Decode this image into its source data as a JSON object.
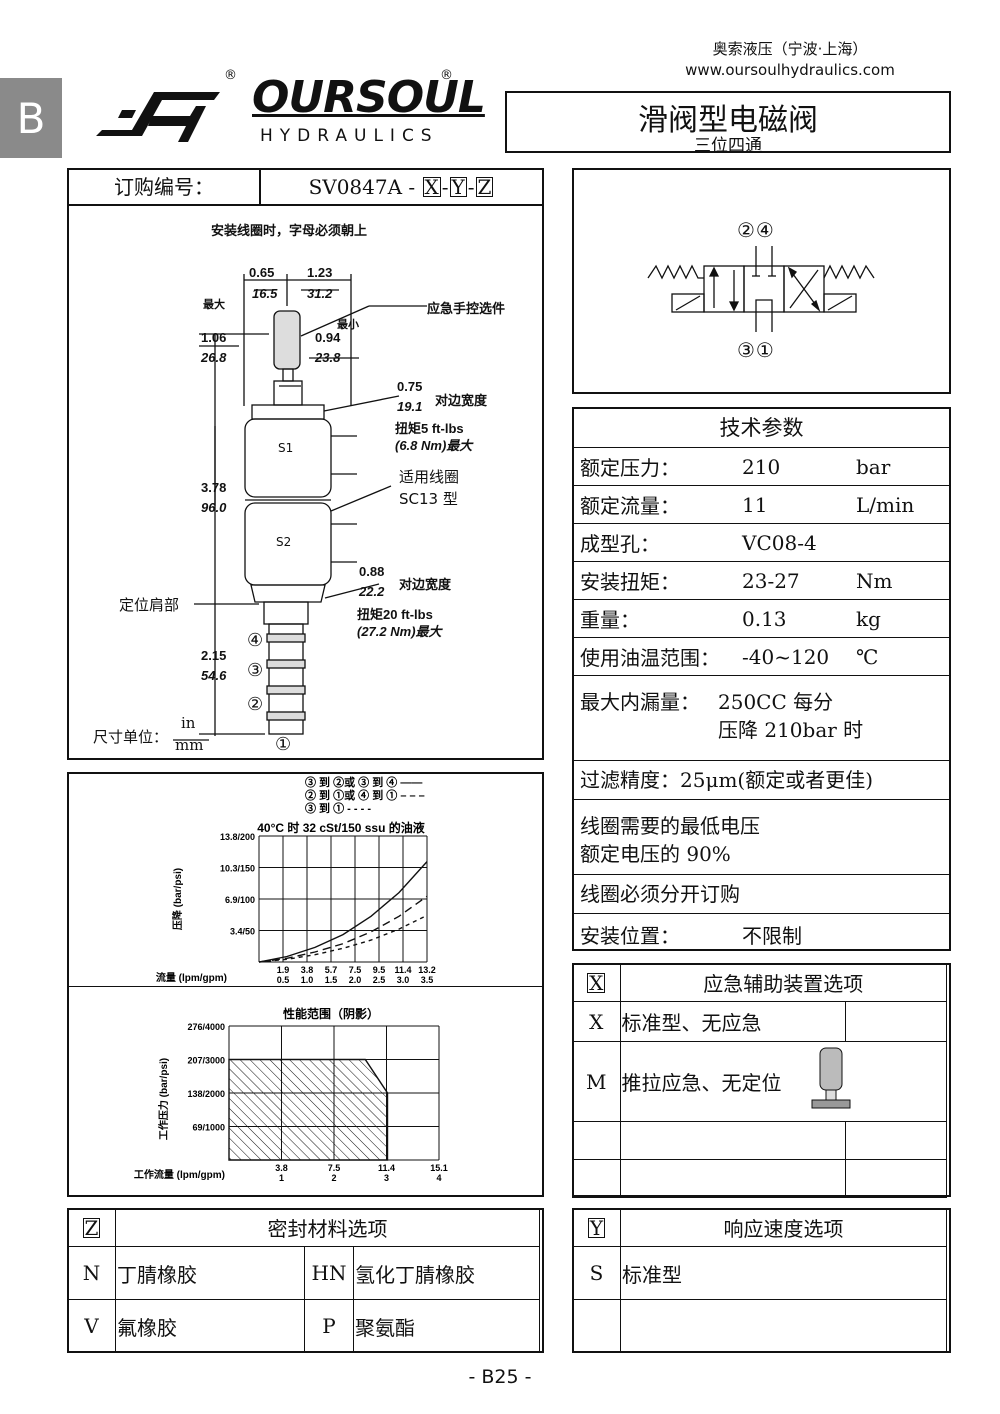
{
  "page": {
    "section_tab": "B",
    "company_cn": "奥索液压（宁波·上海）",
    "website": "www.oursoulhydraulics.com",
    "brand": "OURSOUL",
    "brand_sub": "HYDRAULICS",
    "reg_mark": "®",
    "title": "滑阀型电磁阀",
    "subtitle": "三位四通",
    "page_number": "- B25 -"
  },
  "order": {
    "label": "订购编号：",
    "code_prefix": "SV0847A -",
    "x": "X",
    "y": "Y",
    "z": "Z",
    "dash": "-"
  },
  "drawing": {
    "note_top": "安装线圈时，字母必须朝上",
    "dim_065": "0.65",
    "dim_165": "16.5",
    "dim_123": "1.23",
    "dim_312": "31.2",
    "label_max": "最大",
    "label_min": "最小",
    "dim_106": "1.06",
    "dim_268": "26.8",
    "dim_094": "0.94",
    "dim_238": "23.8",
    "manual": "应急手控选件",
    "dim_075": "0.75",
    "dim_191": "19.1",
    "flats": "对边宽度",
    "torque1a": "扭矩5 ft-lbs",
    "torque1b": "(6.8 Nm)最大",
    "s1": "S1",
    "s2": "S2",
    "coil1": "适用线圈",
    "coil2": "SC13 型",
    "dim_378": "3.78",
    "dim_960": "96.0",
    "dim_088": "0.88",
    "dim_222": "22.2",
    "flats2": "对边宽度",
    "torque2a": "扭矩20 ft-lbs",
    "torque2b": "(27.2 Nm)最大",
    "shoulder": "定位肩部",
    "dim_215": "2.15",
    "dim_546": "54.6",
    "port1": "①",
    "port2": "②",
    "port3": "③",
    "port4": "④",
    "unit_label": "尺寸单位：",
    "unit_in": "in",
    "unit_mm": "mm"
  },
  "symbol": {
    "top_ports": "②④",
    "bottom_ports": "③①"
  },
  "spec": {
    "title": "技术参数",
    "rows": [
      {
        "k": "额定压力：",
        "v": "210",
        "u": "bar"
      },
      {
        "k": "额定流量：",
        "v": "11",
        "u": "L/min"
      },
      {
        "k": "成型孔：",
        "v": "VC08-4",
        "u": ""
      },
      {
        "k": "安装扭矩：",
        "v": "23-27",
        "u": "Nm"
      },
      {
        "k": "重量：",
        "v": "0.13",
        "u": "kg"
      },
      {
        "k": "使用油温范围：",
        "v": "-40~120",
        "u": "℃"
      }
    ],
    "leak_label": "最大内漏量：",
    "leak_1": "250CC 每分",
    "leak_2": "压降 210bar 时",
    "filter": "过滤精度：25μm(额定或者更佳)",
    "volt_1": "线圈需要的最低电压",
    "volt_2": "额定电压的 90%",
    "coil_order": "线圈必须分开订购",
    "mount_label": "安装位置：",
    "mount_value": "不限制"
  },
  "chart_data": [
    {
      "type": "line",
      "title": "40°C 时 32 cSt/150 ssu 的油液",
      "legend": [
        "③ 到 ②或 ③ 到 ④ ——",
        "② 到 ①或 ④ 到 ① – – –",
        "③ 到 ① - - - -"
      ],
      "xlabel": "流量 (lpm/gpm)",
      "ylabel": "压降 (bar/psi)",
      "x_ticks_lpm": [
        "1.9",
        "3.8",
        "5.7",
        "7.5",
        "9.5",
        "11.4",
        "13.2"
      ],
      "x_ticks_gpm": [
        "0.5",
        "1.0",
        "1.5",
        "2.0",
        "2.5",
        "3.0",
        "3.5"
      ],
      "y_ticks": [
        "3.4/50",
        "6.9/100",
        "10.3/150",
        "13.8/200"
      ],
      "xlim": [
        0,
        13.2
      ],
      "ylim": [
        0,
        13.8
      ],
      "x": [
        0,
        2.2,
        4.4,
        6.6,
        8.8,
        11.0,
        13.2
      ],
      "series": [
        {
          "values": [
            0.0,
            0.6,
            1.6,
            3.0,
            5.0,
            7.6,
            11.0
          ]
        },
        {
          "values": [
            0.0,
            0.4,
            1.1,
            2.0,
            3.3,
            5.0,
            7.2
          ]
        },
        {
          "values": [
            0.0,
            0.3,
            0.8,
            1.5,
            2.4,
            3.6,
            5.1
          ]
        }
      ]
    },
    {
      "type": "area",
      "title": "性能范围（阴影）",
      "xlabel": "工作流量 (lpm/gpm)",
      "ylabel": "工作压力 (bar/psi)",
      "x_ticks_lpm": [
        "3.8",
        "7.5",
        "11.4",
        "15.1"
      ],
      "x_ticks_gpm": [
        "1",
        "2",
        "3",
        "4"
      ],
      "y_ticks": [
        "69/1000",
        "138/2000",
        "207/3000",
        "276/4000"
      ],
      "xlim": [
        0,
        15.1
      ],
      "ylim": [
        0,
        276
      ],
      "x": [
        0,
        9.8,
        11.4
      ],
      "values": [
        207,
        207,
        138
      ]
    }
  ],
  "opt_x": {
    "code": "X",
    "title": "应急辅助装置选项",
    "rows": [
      {
        "code": "X",
        "desc": "标准型、无应急"
      },
      {
        "code": "M",
        "desc": "推拉应急、无定位"
      }
    ]
  },
  "opt_z": {
    "code": "Z",
    "title": "密封材料选项",
    "rows": [
      {
        "c1": "N",
        "d1": "丁腈橡胶",
        "c2": "HN",
        "d2": "氢化丁腈橡胶"
      },
      {
        "c1": "V",
        "d1": "氟橡胶",
        "c2": "P",
        "d2": "聚氨酯"
      }
    ]
  },
  "opt_y": {
    "code": "Y",
    "title": "响应速度选项",
    "rows": [
      {
        "code": "S",
        "desc": "标准型"
      }
    ]
  }
}
